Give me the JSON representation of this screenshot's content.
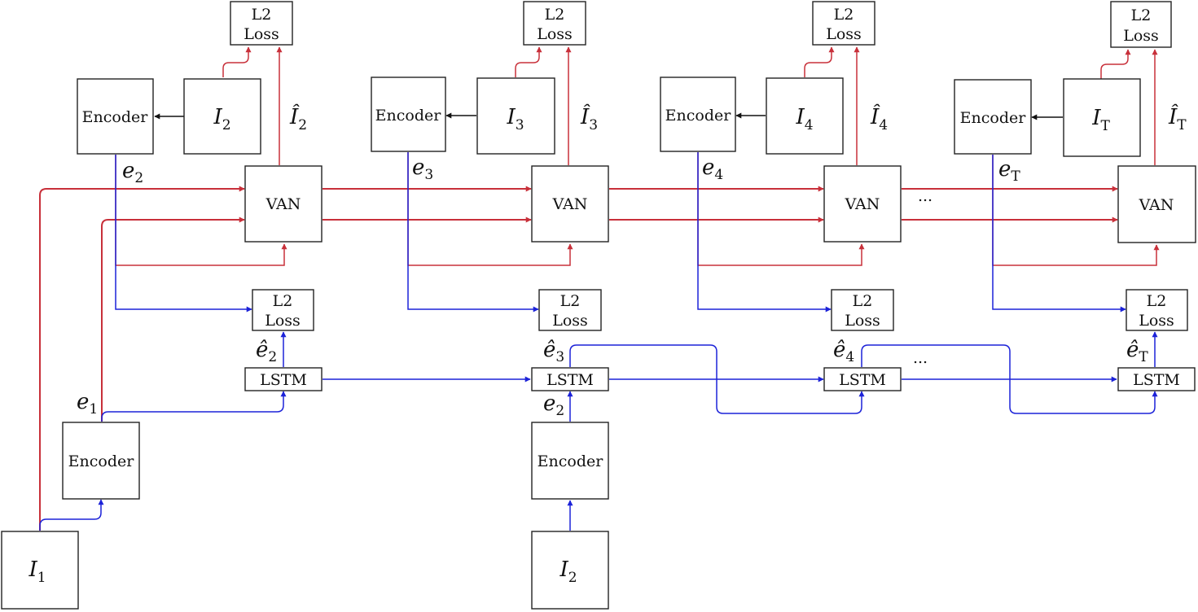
{
  "labels": {
    "encoder": "Encoder",
    "van": "VAN",
    "lstm": "LSTM",
    "l2": "L2",
    "loss": "Loss",
    "ellipsis": "..."
  },
  "symbols": {
    "I1": {
      "base": "I",
      "sub": "1"
    },
    "I2": {
      "base": "I",
      "sub": "2"
    },
    "I3": {
      "base": "I",
      "sub": "3"
    },
    "I4": {
      "base": "I",
      "sub": "4"
    },
    "IT": {
      "base": "I",
      "sub": "T"
    },
    "Ihat2": {
      "base": "Î",
      "sub": "2"
    },
    "Ihat3": {
      "base": "Î",
      "sub": "3"
    },
    "Ihat4": {
      "base": "Î",
      "sub": "4"
    },
    "IhatT": {
      "base": "Î",
      "sub": "T"
    },
    "e1": {
      "base": "e",
      "sub": "1"
    },
    "e2": {
      "base": "e",
      "sub": "2"
    },
    "e3": {
      "base": "e",
      "sub": "3"
    },
    "e4": {
      "base": "e",
      "sub": "4"
    },
    "eT": {
      "base": "e",
      "sub": "T"
    },
    "ehat2": {
      "base": "ê",
      "sub": "2"
    },
    "ehat3": {
      "base": "ê",
      "sub": "3"
    },
    "ehat4": {
      "base": "ê",
      "sub": "4"
    },
    "ehatT": {
      "base": "ê",
      "sub": "T"
    }
  },
  "colors": {
    "van_path": "#c8303a",
    "lstm_path": "#1c22d8",
    "encoder_feed": "#111111"
  }
}
